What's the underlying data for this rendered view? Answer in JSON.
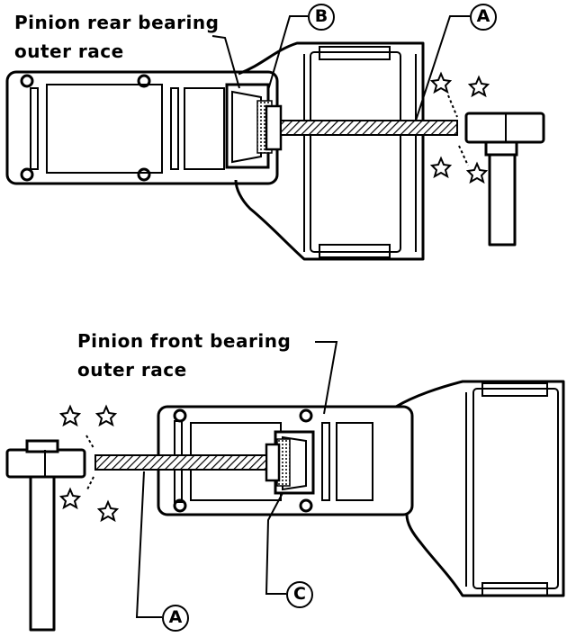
{
  "labels": {
    "top_label_line1": "Pinion rear bearing",
    "top_label_line2": "outer race",
    "bottom_label_line1": "Pinion front bearing",
    "bottom_label_line2": "outer race"
  },
  "callouts": {
    "a_top": "A",
    "b": "B",
    "a_bottom": "A",
    "c": "C"
  }
}
